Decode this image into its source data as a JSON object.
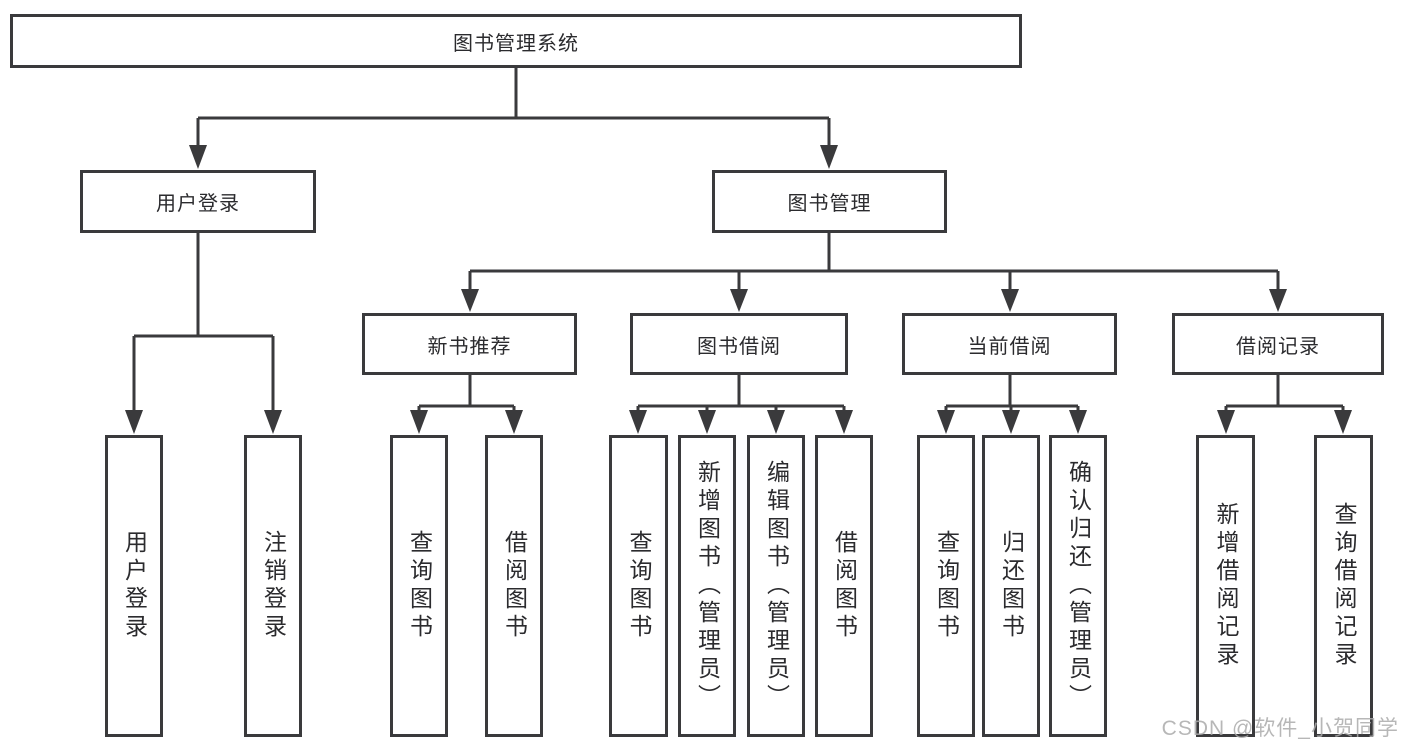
{
  "nodes": {
    "root": "图书管理系统",
    "user_login": "用户登录",
    "book_mgmt": "图书管理",
    "leaf_login": "用户登录",
    "leaf_logout": "注销登录",
    "new_book": "新书推荐",
    "borrow": "图书借阅",
    "current": "当前借阅",
    "record": "借阅记录",
    "nb_query": "查询图书",
    "nb_borrow": "借阅图书",
    "bb_query": "查询图书",
    "bb_add": "新增图书（管理员）",
    "bb_edit": "编辑图书（管理员）",
    "bb_borrow": "借阅图书",
    "cb_query": "查询图书",
    "cb_return": "归还图书",
    "cb_confirm": "确认归还（管理员）",
    "br_add": "新增借阅记录",
    "br_query": "查询借阅记录"
  },
  "hierarchy": {
    "图书管理系统": {
      "用户登录": [
        "用户登录",
        "注销登录"
      ],
      "图书管理": {
        "新书推荐": [
          "查询图书",
          "借阅图书"
        ],
        "图书借阅": [
          "查询图书",
          "新增图书（管理员）",
          "编辑图书（管理员）",
          "借阅图书"
        ],
        "当前借阅": [
          "查询图书",
          "归还图书",
          "确认归还（管理员）"
        ],
        "借阅记录": [
          "新增借阅记录",
          "查询借阅记录"
        ]
      }
    }
  },
  "watermark": "CSDN @软件_小贺同学",
  "colors": {
    "line": "#3a3a3c",
    "text": "#2b2b2e",
    "watermark": "#aaaaaa",
    "background": "#ffffff"
  }
}
